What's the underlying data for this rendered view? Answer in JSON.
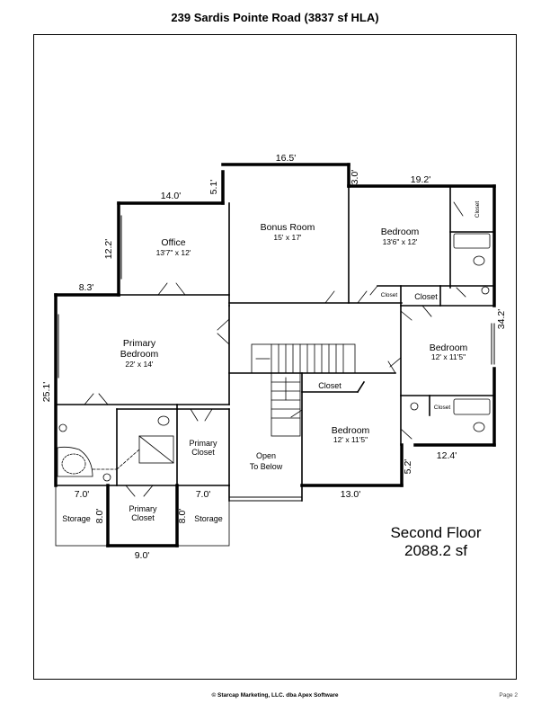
{
  "title": "239 Sardis Pointe Road (3837 sf HLA)",
  "floor": {
    "name": "Second Floor",
    "area": "2088.2 sf"
  },
  "rooms": {
    "bonus": {
      "name": "Bonus Room",
      "size": "15' x 17'"
    },
    "office": {
      "name": "Office",
      "size": "13'7\" x 12'"
    },
    "bedroom_ne": {
      "name": "Bedroom",
      "size": "13'6\" x 12'"
    },
    "primary_bedroom": {
      "name_line1": "Primary",
      "name_line2": "Bedroom",
      "size": "22' x 14'"
    },
    "bedroom_e": {
      "name": "Bedroom",
      "size": "12' x 11'5\""
    },
    "bedroom_s": {
      "name": "Bedroom",
      "size": "12' x 11'5\""
    },
    "primary_closet_right": {
      "line1": "Primary",
      "line2": "Closet"
    },
    "primary_closet_bottom": {
      "line1": "Primary",
      "line2": "Closet"
    },
    "open_to_below": {
      "line1": "Open",
      "line2": "To Below"
    },
    "storage_left": "Storage",
    "storage_right": "Storage",
    "closet_hall": "Closet",
    "closet_ne_vertical": "Closet",
    "closet_small_1": "Closet",
    "closet_mid": "Closet",
    "closet_small_2": "Closet"
  },
  "dimensions": {
    "top_bonus": "16.5'",
    "top_ne_offset": "3.0'",
    "top_bedroom_ne": "19.2'",
    "office_top": "14.0'",
    "step_vertical": "5.1'",
    "office_left": "12.2'",
    "primary_top": "8.3'",
    "primary_left": "25.1'",
    "right_side": "34.2'",
    "bottom_right": "12.4'",
    "step_right": "5.2'",
    "bottom_bedroom": "13.0'",
    "storage_left_w": "7.0'",
    "storage_right_w": "7.0'",
    "closet_left_h": "8.0'",
    "closet_right_h": "8.0'",
    "closet_bottom": "9.0'"
  },
  "footer": "© Starcap Marketing, LLC. dba Apex Software",
  "page_label": "Page 2"
}
